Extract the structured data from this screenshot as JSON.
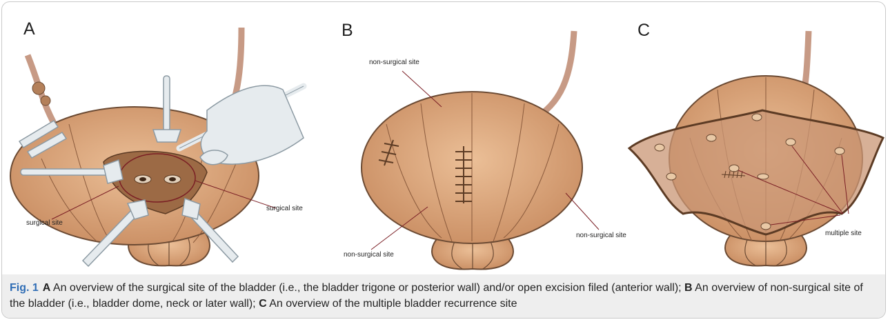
{
  "panels": {
    "a": {
      "letter": "A",
      "labels": {
        "left": "surgical site",
        "right": "surgical site"
      }
    },
    "b": {
      "letter": "B",
      "labels": {
        "top": "non-surgical site",
        "bottom_left": "non-surgical site",
        "right": "non-surgical site"
      }
    },
    "c": {
      "letter": "C",
      "labels": {
        "right": "multiple site"
      }
    }
  },
  "caption": {
    "fig_label": "Fig. 1",
    "a_letter": "A",
    "a_text": " An overview of the surgical site of the bladder (i.e., the bladder trigone or posterior wall) and/or open excision filed (anterior wall); ",
    "b_letter": "B",
    "b_text": " An overview of non-surgical site of the bladder (i.e., bladder dome, neck or later wall); ",
    "c_letter": "C",
    "c_text": " An overview of the multiple bladder recurrence site"
  },
  "colors": {
    "bladder_fill": "#d9a77b",
    "bladder_stroke": "#6b4a33",
    "ureter": "#c79a85",
    "instrument": "#e6ebee",
    "pointer": "#7a1e24",
    "fig_label": "#2f6db5"
  }
}
